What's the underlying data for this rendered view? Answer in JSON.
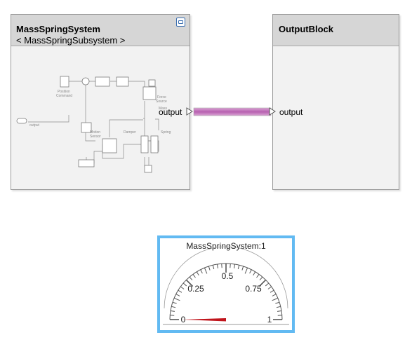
{
  "model_reference_block": {
    "title": "MassSpringSystem",
    "subtitle": "< MassSpringSubsystem >",
    "output_port_label": "output",
    "thumbnail": {
      "position_command_line1": "Position",
      "position_command_line2": "Command",
      "force_source_line1": "Force",
      "force_source_line2": "Source",
      "mass_label": "Mass",
      "motion_sensor_line1": "Motion",
      "motion_sensor_line2": "Sensor",
      "damper_label": "Damper",
      "spring_label": "Spring",
      "output_label": "output"
    }
  },
  "output_block": {
    "title": "OutputBlock",
    "input_port_label": "output"
  },
  "gauge_block": {
    "title": "MassSpringSystem:1",
    "scale_min": 0,
    "scale_max": 1,
    "needle_value": 0,
    "tick_labels": [
      "0",
      "0.25",
      "0.5",
      "0.75",
      "1"
    ],
    "needle_color": "#c0141b"
  },
  "colors": {
    "signal_line": "#b760b0",
    "gauge_border": "#62baf2"
  }
}
